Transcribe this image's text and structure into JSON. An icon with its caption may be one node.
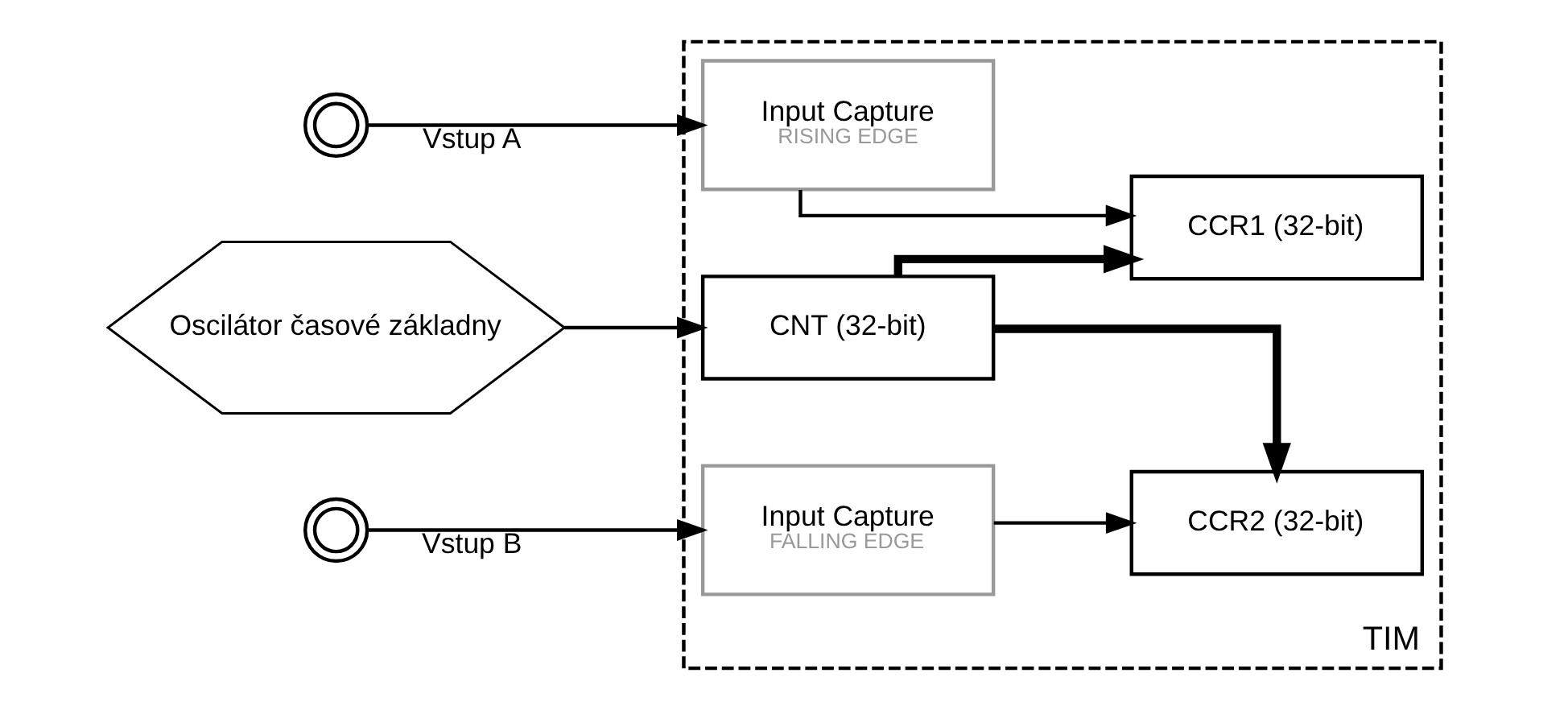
{
  "diagram": {
    "nodes": [
      {
        "text": [
          "TIM"
        ]
      },
      {
        "text": [],
        "shape": "circle"
      },
      {
        "text": [],
        "shape": "circle"
      },
      {
        "text": [
          "Input Capture",
          "RISING EDGE"
        ],
        "in": 0
      },
      {
        "text": [
          "Input Capture",
          "FALLING EDGE"
        ],
        "in": 0
      },
      {
        "text": [
          "CCR1 (32-bit)"
        ],
        "in": 0
      },
      {
        "text": [
          "CCR2 (32-bit)"
        ],
        "in": 0
      },
      {
        "text": [
          "CNT (32-bit)"
        ],
        "in": 0
      },
      {
        "text": [
          "Oscilátor časové základny"
        ]
      }
    ],
    "edges": [
      {
        "from": 1,
        "to": 3,
        "arrow": "to",
        "label": "Vstup A"
      },
      {
        "from": 2,
        "to": 4,
        "arrow": "to",
        "label": "Vstup B"
      },
      {
        "from": 3,
        "to": 5,
        "arrow": "to"
      },
      {
        "from": 4,
        "to": 6,
        "arrow": "to"
      },
      {
        "from": 7,
        "to": 5,
        "arrow": "to",
        "style": "thick"
      },
      {
        "from": 7,
        "to": 6,
        "arrow": "to",
        "style": "thick"
      },
      {
        "from": 8,
        "to": 7,
        "arrow": "to"
      }
    ]
  }
}
